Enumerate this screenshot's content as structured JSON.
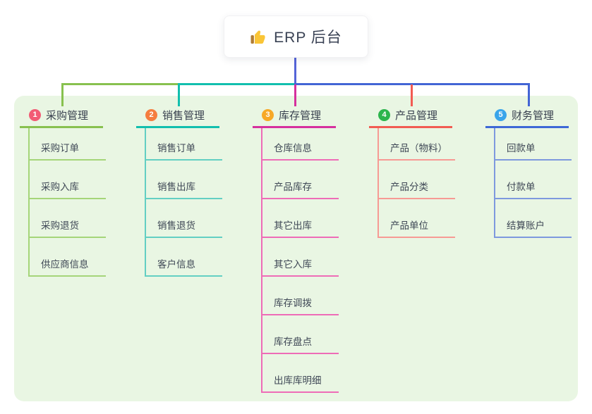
{
  "root": {
    "label": "ERP 后台",
    "icon": "thumbs-up-icon"
  },
  "colors": {
    "panel_background": "#e9f6e3",
    "root_connector": "#5564d8",
    "right_trunk": "#4365d5"
  },
  "branches": [
    {
      "num": "1",
      "label": "采购管理",
      "line_color": "#88c14f",
      "sub_line_color": "#a5d579",
      "badge_color": "#f25b74",
      "children": [
        "采购订单",
        "采购入库",
        "采购退货",
        "供应商信息"
      ]
    },
    {
      "num": "2",
      "label": "销售管理",
      "line_color": "#12bfae",
      "sub_line_color": "#63cfc3",
      "badge_color": "#f57d3f",
      "children": [
        "销售订单",
        "销售出库",
        "销售退货",
        "客户信息"
      ]
    },
    {
      "num": "3",
      "label": "库存管理",
      "line_color": "#d6309e",
      "sub_line_color": "#ee6cb7",
      "badge_color": "#f7a826",
      "children": [
        "仓库信息",
        "产品库存",
        "其它出库",
        "其它入库",
        "库存调拨",
        "库存盘点",
        "出库库明细"
      ]
    },
    {
      "num": "4",
      "label": "产品管理",
      "line_color": "#f25c52",
      "sub_line_color": "#f79a94",
      "badge_color": "#2db54d",
      "children": [
        "产品（物料）",
        "产品分类",
        "产品单位"
      ]
    },
    {
      "num": "5",
      "label": "财务管理",
      "line_color": "#3e68d6",
      "sub_line_color": "#7e99de",
      "badge_color": "#3aa5ea",
      "children": [
        "回款单",
        "付款单",
        "结算账户"
      ]
    }
  ]
}
